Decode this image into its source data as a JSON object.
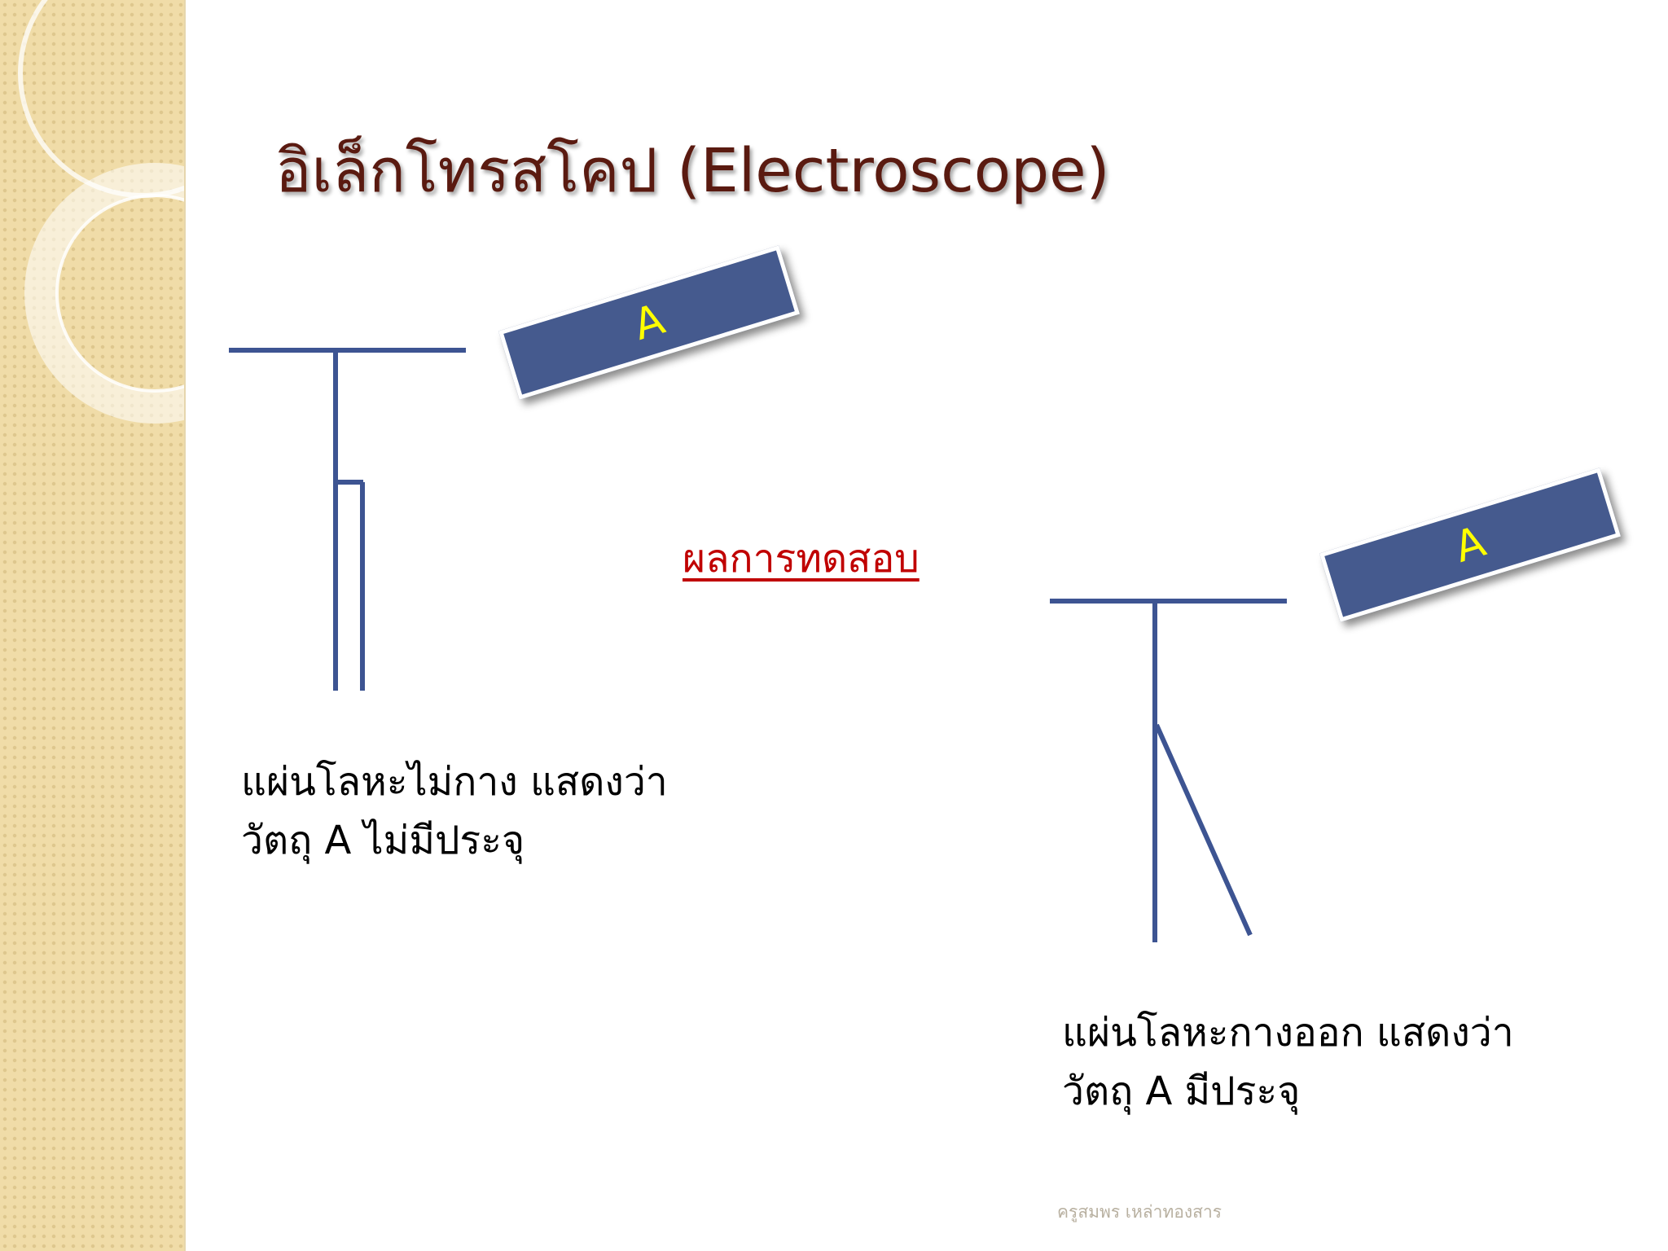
{
  "slide": {
    "title": "อิเล็กโทรสโคป (Electroscope)",
    "result_heading": "ผลการทดสอบ",
    "left_example": {
      "rod_label": "A",
      "caption_line1": "แผ่นโลหะไม่กาง แสดงว่า",
      "caption_line2": "วัตถุ A ไม่มีประจุ"
    },
    "right_example": {
      "rod_label": "A",
      "caption_line1": "แผ่นโลหะกางออก แสดงว่า",
      "caption_line2": "วัตถุ A มีประจุ"
    },
    "footer": "ครูสมพร เหล่าทองสาร"
  },
  "colors": {
    "title": "#5a1a10",
    "heading": "#c00000",
    "electroscope": "#3d5492",
    "rod_fill": "#455a8e",
    "rod_label": "#ffff00",
    "side_panel": "#f0dca8"
  }
}
